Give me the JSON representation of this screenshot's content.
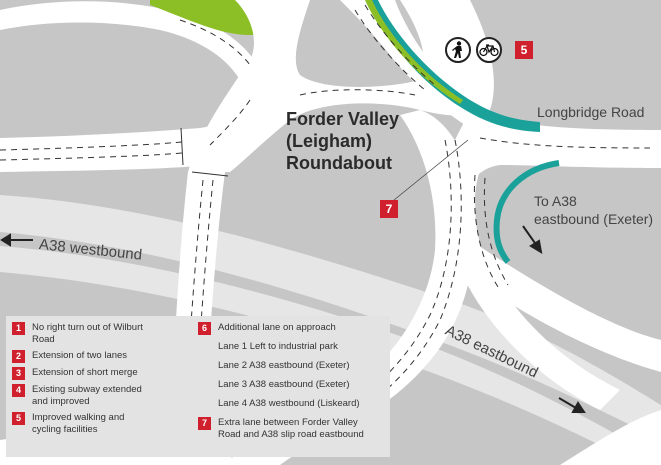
{
  "map": {
    "title_lines": [
      "Forder Valley",
      "(Leigham)",
      "Roundabout"
    ],
    "colors": {
      "background": "#c6c6c6",
      "road": "#ffffff",
      "a38_band": "#e6e6e6",
      "cycle_path": "#1aa19a",
      "green_verge": "#8cbf26",
      "badge": "#d0202e",
      "text": "#3c3c3c"
    },
    "road_labels": {
      "longbridge": "Longbridge Road",
      "to_a38_line1": "To A38",
      "to_a38_line2": "eastbound (Exeter)",
      "a38_westbound": "A38 westbound",
      "a38_eastbound": "A38 eastbound"
    },
    "arrows": {
      "westbound": "←",
      "eastbound": "→",
      "to_a38": "↘"
    },
    "icons": {
      "pedestrian": "pedestrian-icon",
      "bicycle": "bicycle-icon"
    },
    "callouts": {
      "walking_cycling_badge": "5",
      "extra_lane_badge": "7"
    }
  },
  "legend": {
    "left": [
      {
        "num": "1",
        "text": "No right turn out of Wilburt Road"
      },
      {
        "num": "2",
        "text": "Extension of two lanes"
      },
      {
        "num": "3",
        "text": "Extension of short merge"
      },
      {
        "num": "4",
        "text": "Existing subway extended and improved"
      },
      {
        "num": "5",
        "text": "Improved walking and cycling facilities"
      }
    ],
    "right": {
      "item6": {
        "num": "6",
        "text": "Additional lane on approach"
      },
      "lanes": [
        "Lane 1 Left to industrial park",
        "Lane 2 A38 eastbound (Exeter)",
        "Lane 3 A38 eastbound (Exeter)",
        "Lane 4 A38 westbound (Liskeard)"
      ],
      "item7": {
        "num": "7",
        "text": "Extra lane between Forder Valley Road and A38 slip road eastbound"
      }
    }
  }
}
